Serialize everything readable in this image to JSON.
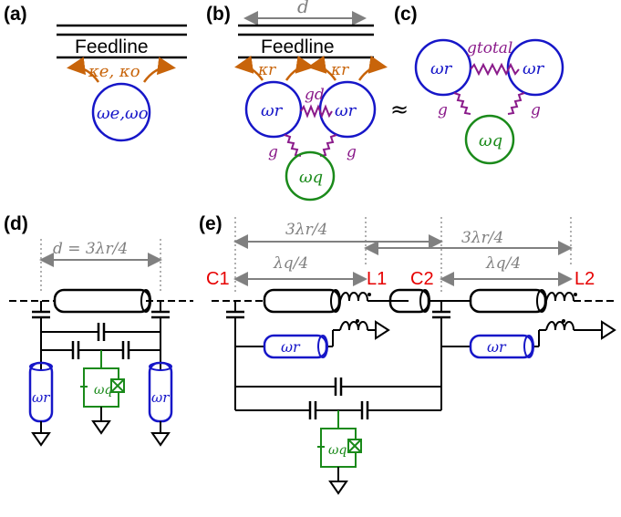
{
  "panels": {
    "a": {
      "label": "(a)",
      "feedline": "Feedline",
      "kappa": "κe, κo",
      "mode": "ωe,ωo"
    },
    "b": {
      "label": "(b)",
      "feedline": "Feedline",
      "distance": "d",
      "kappa_left": "κr",
      "kappa_right": "κr",
      "res_left": "ωr",
      "res_right": "ωr",
      "coupling_d": "gd",
      "g_left": "g",
      "g_right": "g",
      "qubit": "ωq"
    },
    "approx": "≈",
    "c": {
      "label": "(c)",
      "res_left": "ωr",
      "res_right": "ωr",
      "coupling_total": "gtotal",
      "g_left": "g",
      "g_right": "g",
      "qubit": "ωq"
    },
    "d": {
      "label": "(d)",
      "distance": "d = 3λr/4",
      "res_left": "ωr",
      "res_right": "ωr",
      "qubit": "ωq"
    },
    "e": {
      "label": "(e)",
      "span_top": "3λr/4",
      "span_right": "3λr/4",
      "lq_left": "λq/4",
      "lq_right": "λq/4",
      "c1": "C1",
      "l1": "L1",
      "c2": "C2",
      "l2": "L2",
      "res_left": "ωr",
      "res_right": "ωr",
      "qubit": "ωq"
    }
  },
  "colors": {
    "resonator": "#1616c8",
    "decay": "#c8640a",
    "coupling": "#8a1a8a",
    "qubit": "#1a8a1a",
    "dimension": "#808080",
    "port": "#e60000"
  }
}
